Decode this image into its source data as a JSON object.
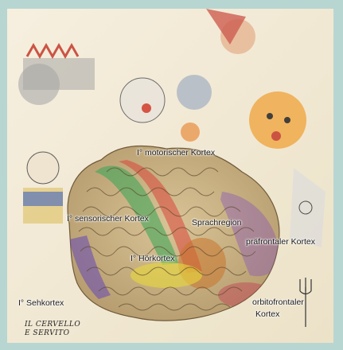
{
  "labels": {
    "motor": "I° motorischer Kortex",
    "sensory": "I° sensorischer Kortex",
    "language": "Sprachregion",
    "prefrontal": "präfrontaler Kortex",
    "auditory": "I° Hörkortex",
    "visual": "I° Sehkortex",
    "orbito_line1": "orbitofrontaler",
    "orbito_line2": "Kortex"
  },
  "caption": {
    "line1": "IL CERVELLO",
    "line2": "E SERVITO"
  },
  "colors": {
    "motor": "#d8453a",
    "sensory": "#3fa65a",
    "language": "#c9742c",
    "prefrontal": "#8b5bb4",
    "auditory": "#e8d93a",
    "visual": "#6a4fb0",
    "orbito": "#c04858",
    "brain_base": "#c9b286"
  }
}
